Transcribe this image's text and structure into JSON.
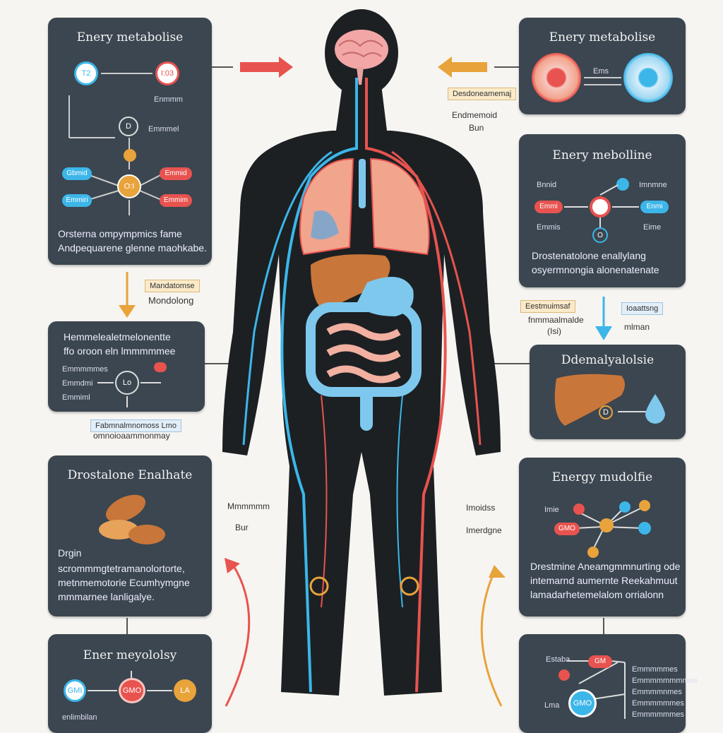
{
  "colors": {
    "panel": "#3b4650",
    "red": "#e8534f",
    "blue": "#3cb6e9",
    "orange": "#e8a33b",
    "organ": "#f2a58d",
    "liver": "#c9763a"
  },
  "panel_tl": {
    "title": "Enery metabolise",
    "node_left": "T2",
    "node_right": "I:03",
    "label_a": "Enmmm",
    "label_b": "D",
    "label_c": "Emmmel",
    "pill_l1": "Gbmid",
    "pill_l2": "Emmiri",
    "pill_r1": "Emmid",
    "pill_r2": "Emmim",
    "center": "O:I",
    "text1": "Orsterna ompympmics fame",
    "text2": "Andpequarene glenne maohkabe."
  },
  "panel_tr": {
    "title": "Enery metabolise",
    "mid_label": "Ems"
  },
  "panel_r2": {
    "title": "Enery mebolline",
    "lab1": "Bnnid",
    "lab2": "Imnmne",
    "lab3": "Emmis",
    "lab4": "Eime",
    "pill_l": "Emmi",
    "pill_r": "Enmi",
    "text1": "Drostenatolone enallylang",
    "text2": "osyermnongia alonenatenate"
  },
  "panel_ml": {
    "text1": "Hemmelealetmelonentte",
    "text2": "ffo oroon eln lmmmmmee",
    "lab1": "Emmmmmes",
    "lab2": "Emmdmi",
    "lab3": "Emmiml",
    "node": "Lo"
  },
  "panel_mr": {
    "title": "Ddemalyalolsie",
    "node": "D"
  },
  "panel_bl": {
    "title": "Drostalone Enalhate",
    "text0": "Drgin",
    "text1": "scrommmgtetramanolortorte,",
    "text2": "metnmemotorie Ecumhymgne",
    "text3": "mmmarnee lanligalye."
  },
  "panel_br": {
    "title": "Energy mudolfie",
    "lab1": "Imie",
    "node": "GMO",
    "text1": "Drestmine Aneamgmmnurting ode",
    "text2": "intemarnd aumernte Reekahmuut",
    "text3": "lamadarhetemelalom orrialonn"
  },
  "panel_bl2": {
    "title": "Ener meyololsy",
    "node_l": "GMI",
    "node_c": "GMO",
    "node_r": "LA",
    "text": "enlimbilan"
  },
  "panel_br2": {
    "lab1": "Estaba",
    "lab2": "Lma",
    "node": "GMO",
    "right1": "Emmmmmes",
    "right2": "Emmmmmmmmee",
    "right3": "Emmmmnmes",
    "right4": "Emmmmmmes",
    "right5": "Emmmmmmes"
  },
  "tags": {
    "tag_tr1": "Desdoneamemaj",
    "lab_tr2": "Endmemoid",
    "lab_tr3": "Bun",
    "tag_l1": "Mandatomse",
    "lab_l1": "Mondolong",
    "tag_l2": "Fabmnalmnomoss Lmo",
    "lab_l2": "omnoioaammonmay",
    "tag_r1": "Eestmuimsaf",
    "lab_r1": "fnmmaalmalde",
    "lab_r1b": "(Isi)",
    "tag_r2": "Ioaattsng",
    "lab_r2": "mlman",
    "mid_l1": "Mmmmmm",
    "mid_l2": "Bur",
    "mid_r1": "Imoidss",
    "mid_r2": "Imerdgne"
  }
}
